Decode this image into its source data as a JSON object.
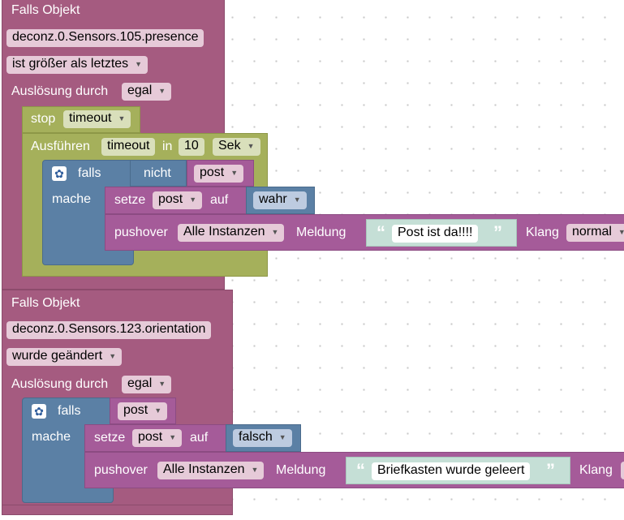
{
  "block1": {
    "header": "Falls Objekt",
    "object_id": "deconz.0.Sensors.105.presence",
    "condition": "ist größer als letztes",
    "trigger_label": "Auslösung durch",
    "trigger_value": "egal",
    "stop_label": "stop",
    "stop_value": "timeout",
    "exec_label": "Ausführen",
    "exec_timeout": "timeout",
    "exec_in": "in",
    "exec_amount": "10",
    "exec_unit": "Sek",
    "if_label": "falls",
    "not_label": "nicht",
    "if_var": "post",
    "do_label": "mache",
    "set_label": "setze",
    "set_var": "post",
    "set_to": "auf",
    "set_value": "wahr",
    "push_label": "pushover",
    "push_instance": "Alle Instanzen",
    "push_msg_label": "Meldung",
    "push_msg": "Post ist da!!!!",
    "push_sound_label": "Klang",
    "push_sound": "normal"
  },
  "block2": {
    "header": "Falls Objekt",
    "object_id": "deconz.0.Sensors.123.orientation",
    "condition": "wurde geändert",
    "trigger_label": "Auslösung durch",
    "trigger_value": "egal",
    "if_label": "falls",
    "if_var": "post",
    "do_label": "mache",
    "set_label": "setze",
    "set_var": "post",
    "set_to": "auf",
    "set_value": "falsch",
    "push_label": "pushover",
    "push_instance": "Alle Instanzen",
    "push_msg_label": "Meldung",
    "push_msg": "Briefkasten wurde geleert",
    "push_sound_label": "Klang"
  },
  "icons": {
    "gear": "gear-icon",
    "dropdown": "dropdown-arrow-icon",
    "quote_open": "quote-open-icon",
    "quote_close": "quote-close-icon"
  },
  "colors": {
    "event": "#a55b80",
    "timeout": "#a5b05b",
    "logic": "#5b80a5",
    "variable": "#a55b99",
    "text": "#c5dfd6"
  }
}
